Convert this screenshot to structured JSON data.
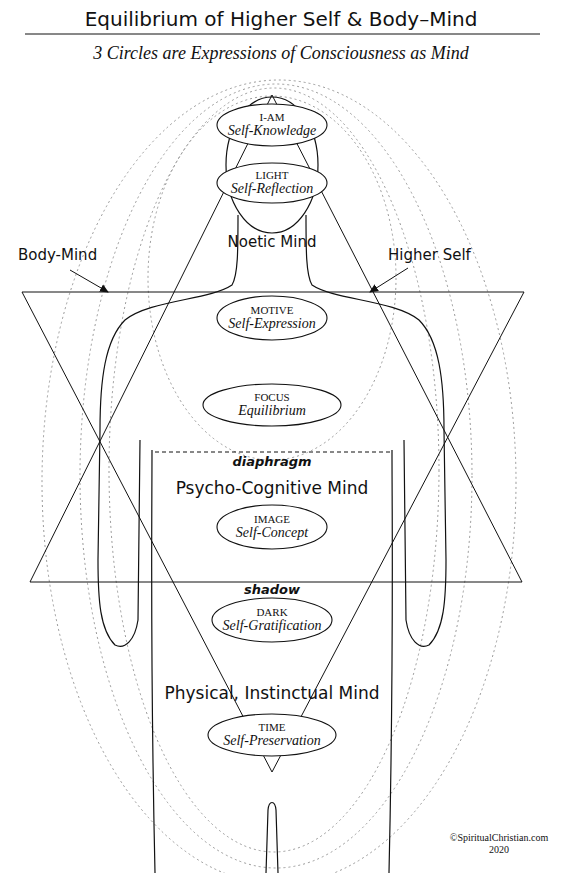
{
  "diagram": {
    "title": "Equilibrium of Higher Self & Body–Mind",
    "nodes": [
      {
        "text": [
          "I-AM",
          "Self-Knowledge"
        ]
      },
      {
        "text": [
          "LIGHT",
          "Self-Reflection"
        ]
      },
      {
        "text": [
          "MOTIVE",
          "Self-Expression"
        ]
      },
      {
        "text": [
          "FOCUS",
          "Equilibrium"
        ]
      },
      {
        "text": [
          "IMAGE",
          "Self-Concept"
        ]
      },
      {
        "text": [
          "DARK",
          "Self-Gratification"
        ]
      },
      {
        "text": [
          "TIME",
          "Self-Preservation"
        ]
      }
    ],
    "labels": [
      "3 Circles are Expressions of Consciousness as Mind",
      "Body-Mind",
      "Higher Self",
      "Noetic Mind",
      "diaphragm",
      "Psycho-Cognitive Mind",
      "shadow",
      "Physical, Instinctual Mind",
      "©SpiritualChristian.com 2020"
    ]
  }
}
